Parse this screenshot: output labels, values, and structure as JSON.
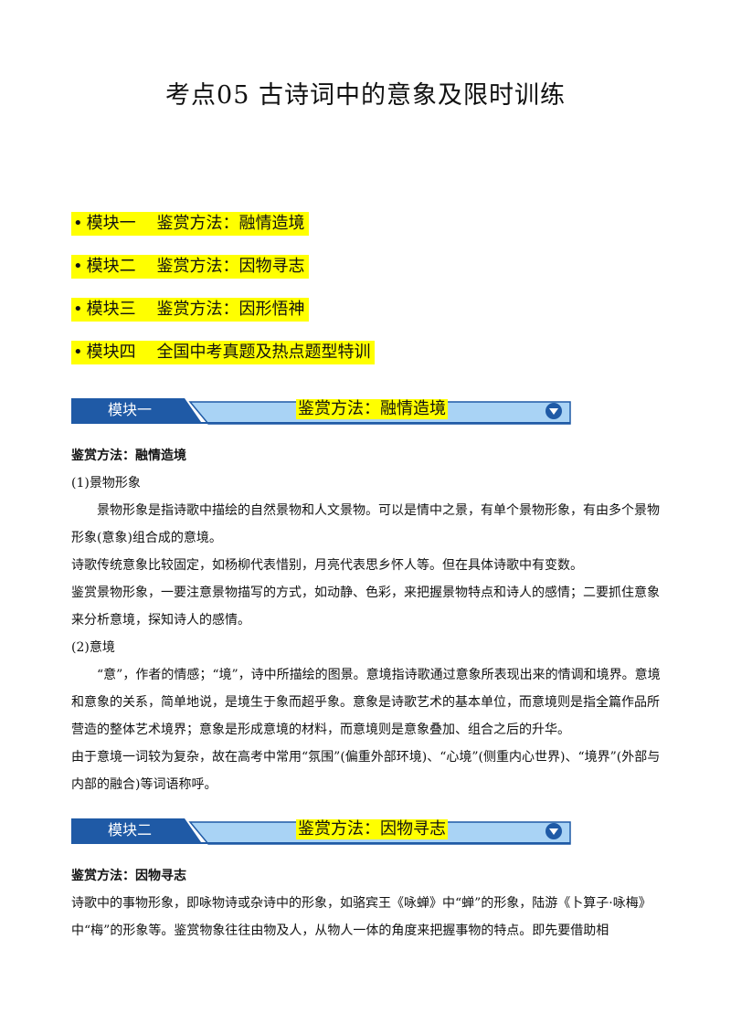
{
  "title": "考点05  古诗词中的意象及限时训练",
  "toc": [
    {
      "bullet": "•",
      "label": "模块一    鉴赏方法：融情造境"
    },
    {
      "bullet": "•",
      "label": "模块二    鉴赏方法：因物寻志"
    },
    {
      "bullet": "•",
      "label": "模块三    鉴赏方法：因形悟神"
    },
    {
      "bullet": "•",
      "label": "模块四    全国中考真题及热点题型特训"
    }
  ],
  "section1": {
    "tab": "模块一",
    "heading": "鉴赏方法：融情造境",
    "subheading": "鉴赏方法：融情造境",
    "paragraphs": [
      "(1)景物形象",
      "景物形象是指诗歌中描绘的自然景物和人文景物。可以是情中之景，有单个景物形象，有由多个景物形象(意象)组合成的意境。",
      "诗歌传统意象比较固定，如杨柳代表惜别，月亮代表思乡怀人等。但在具体诗歌中有变数。",
      "鉴赏景物形象，一要注意景物描写的方式，如动静、色彩，来把握景物特点和诗人的感情；二要抓住意象来分析意境，探知诗人的感情。",
      "(2)意境",
      "“意”，作者的情感；“境”，诗中所描绘的图景。意境指诗歌通过意象所表现出来的情调和境界。意境和意象的关系，简单地说，是境生于象而超乎象。意象是诗歌艺术的基本单位，而意境则是指全篇作品所营造的整体艺术境界；意象是形成意境的材料，而意境则是意象叠加、组合之后的升华。",
      "由于意境一词较为复杂，故在高考中常用“氛围”(偏重外部环境)、“心境”(侧重内心世界)、“境界”(外部与内部的融合)等词语称呼。"
    ]
  },
  "section2": {
    "tab": "模块二",
    "heading": "鉴赏方法：因物寻志",
    "subheading": "鉴赏方法：因物寻志",
    "paragraphs": [
      "诗歌中的事物形象，即咏物诗或杂诗中的形象，如骆宾王《咏蝉》中“蝉”的形象，陆游《卜算子·咏梅》中“梅”的形象等。鉴赏物象往往由物及人，从物人一体的角度来把握事物的特点。即先要借助相"
    ]
  },
  "colors": {
    "banner_dark": "#1f5aa6",
    "banner_light": "#a9d3f5",
    "highlight": "#ffff00"
  },
  "icons": {
    "banner_icon": "chevron-down-circle-icon"
  }
}
